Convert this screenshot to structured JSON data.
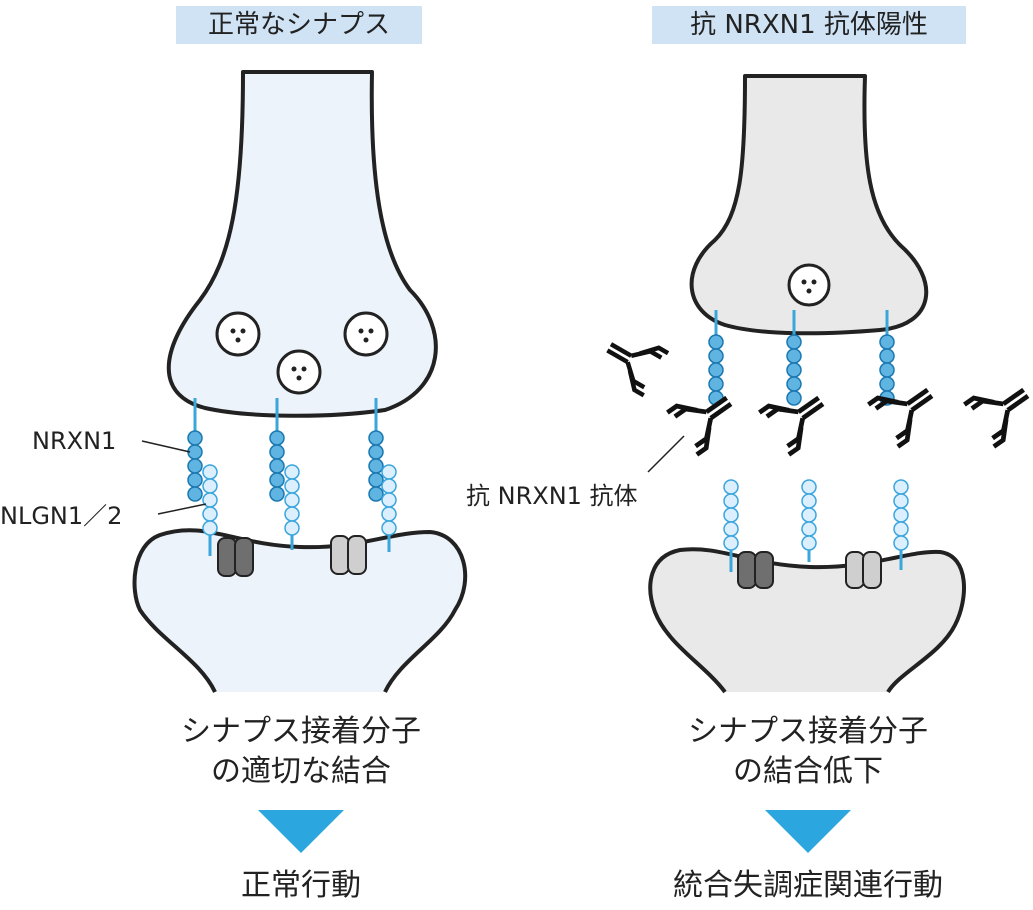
{
  "panels": {
    "normal": {
      "title": "正常なシナプス",
      "caption_line1": "シナプス接着分子",
      "caption_line2": "の適切な結合",
      "outcome": "正常行動"
    },
    "antibody": {
      "title": "抗 NRXN1 抗体陽性",
      "caption_line1": "シナプス接着分子",
      "caption_line2": "の結合低下",
      "outcome": "統合失調症関連行動"
    }
  },
  "labels": {
    "nrxn1": "NRXN1",
    "nlgn": "NLGN1／2",
    "antibody": "抗 NRXN1 抗体"
  },
  "colors": {
    "title_bg": "#cfe3f5",
    "normal_fill": "#edf3fb",
    "antibody_fill": "#e9e9e9",
    "nrxn_bead": "#5fb4e2",
    "nlgn_bead": "#dcefff",
    "arrow": "#2ba6de"
  }
}
